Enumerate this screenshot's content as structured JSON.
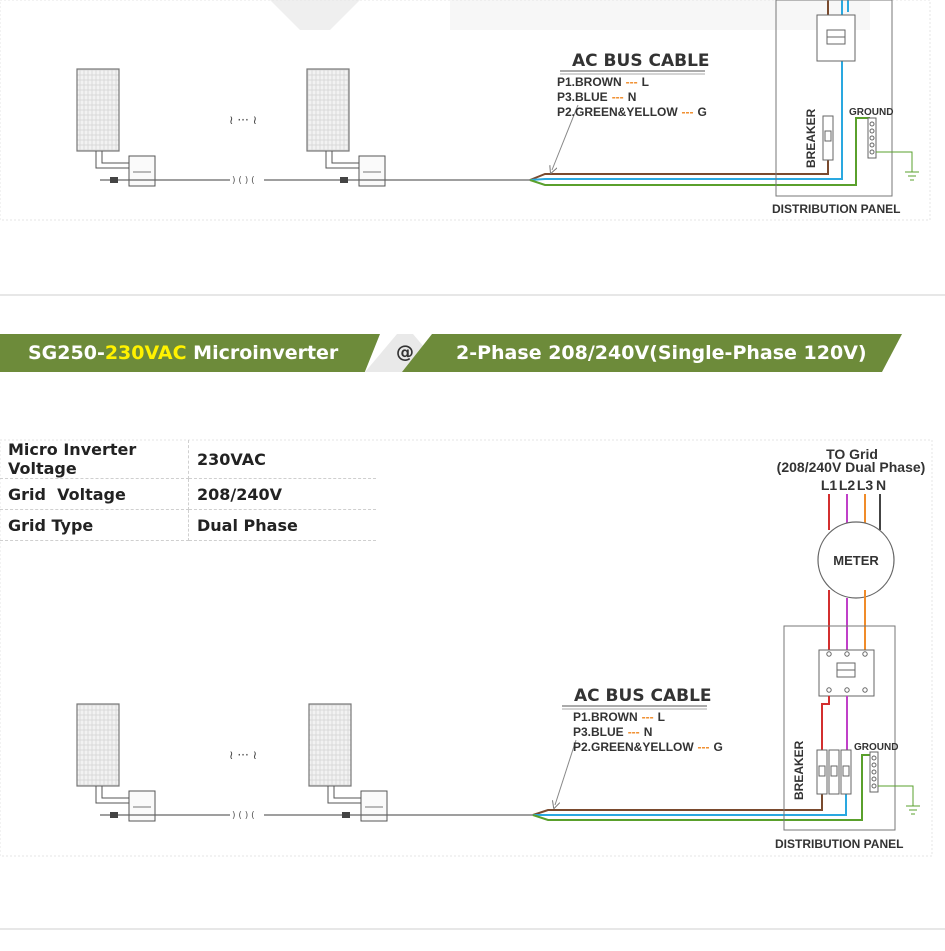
{
  "banner": {
    "model_prefix": "SG250-",
    "model_voltage": "230VAC",
    "model_suffix": " Microinverter",
    "at": "@",
    "grid_desc": "2-Phase 208/240V(Single-Phase 120V)"
  },
  "top_diagram": {
    "bus_title": "AC BUS CABLE",
    "bus_lines": [
      {
        "name": "P1.BROWN",
        "sep": "---",
        "code": "L"
      },
      {
        "name": "P3.BLUE",
        "sep": "---",
        "code": "N"
      },
      {
        "name": "P2.GREEN&YELLOW",
        "sep": "---",
        "code": "G"
      }
    ],
    "breaker": "BREAKER",
    "ground": "GROUND",
    "panel": "DISTRIBUTION PANEL",
    "ellipsis": "≀ ··· ≀"
  },
  "spec_table": {
    "rows": [
      {
        "label": "Micro Inverter Voltage",
        "value": "230VAC"
      },
      {
        "label": "Grid  Voltage",
        "value": "208/240V"
      },
      {
        "label": "Grid Type",
        "value": "Dual Phase"
      }
    ]
  },
  "bottom_diagram": {
    "grid_title": "TO Grid",
    "grid_sub": "(208/240V Dual Phase)",
    "phases": [
      "L1",
      "L2",
      "L3",
      "N"
    ],
    "meter": "METER",
    "bus_title": "AC BUS CABLE",
    "bus_lines": [
      {
        "name": "P1.BROWN",
        "sep": "---",
        "code": "L"
      },
      {
        "name": "P3.BLUE",
        "sep": "---",
        "code": "N"
      },
      {
        "name": "P2.GREEN&YELLOW",
        "sep": "---",
        "code": "G"
      }
    ],
    "breaker": "BREAKER",
    "ground": "GROUND",
    "panel": "DISTRIBUTION PANEL",
    "ellipsis": "≀ ··· ≀"
  },
  "colors": {
    "banner_green": "#6d8b3a",
    "highlight": "#fff200",
    "brown": "#7a4a2e",
    "blue": "#2aa8e0",
    "green": "#5aa02c",
    "red": "#d32f2f",
    "magenta": "#c040c8",
    "orange": "#f08c2a",
    "dark": "#333333"
  }
}
